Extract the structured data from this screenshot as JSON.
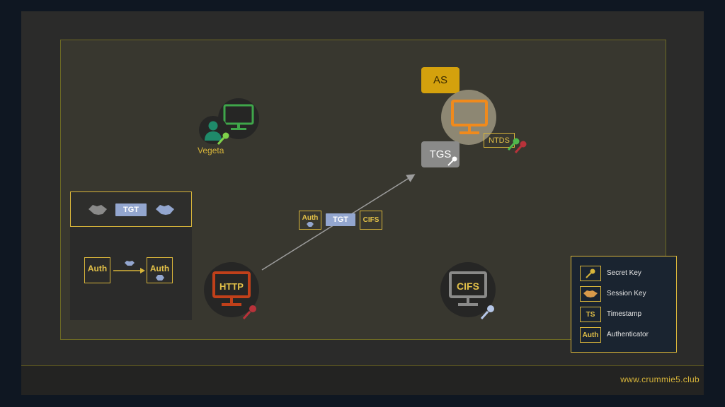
{
  "nodes": {
    "as_label": "AS",
    "tgs_label": "TGS",
    "ntds_label": "NTDS",
    "user_name": "Vegeta",
    "http_label": "HTTP",
    "cifs_label": "CIFS"
  },
  "panel": {
    "ticket_label": "TGT",
    "auth_left": "Auth",
    "auth_right": "Auth"
  },
  "request": {
    "auth_label": "Auth",
    "ticket_label": "TGT",
    "service_label": "CIFS"
  },
  "legend": {
    "secret_key": "Secret Key",
    "session_key": "Session Key",
    "timestamp_tag": "TS",
    "timestamp": "Timestamp",
    "auth_tag": "Auth",
    "authenticator": "Authenticator"
  },
  "footer": {
    "url": "www.crummie5.club"
  },
  "colors": {
    "gold": "#d8b53a",
    "user_green": "#3fa64a",
    "http_red": "#c0401a",
    "ticket_blue": "#93a6cf",
    "dc_orange": "#f08a1c"
  }
}
